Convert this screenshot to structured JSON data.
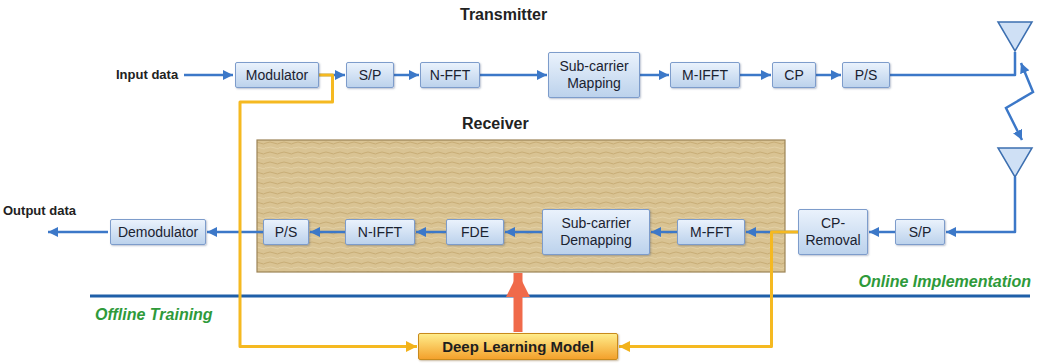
{
  "diagram": {
    "nodes": [
      {
        "text": [
          "Modulator"
        ]
      },
      {
        "text": [
          "S/P"
        ]
      },
      {
        "text": [
          "N-FFT"
        ]
      },
      {
        "text": [
          "Sub-carrier Mapping"
        ]
      },
      {
        "text": [
          "M-IFFT"
        ]
      },
      {
        "text": [
          "CP"
        ]
      },
      {
        "text": [
          "P/S"
        ]
      },
      {
        "text": [
          "S/P"
        ]
      },
      {
        "text": [
          "CP-Removal"
        ]
      },
      {
        "text": [
          "Receiver"
        ]
      },
      {
        "text": [
          "M-FFT"
        ],
        "in": 9
      },
      {
        "text": [
          "Sub-carrier Demapping"
        ],
        "in": 9
      },
      {
        "text": [
          "FDE"
        ],
        "in": 9
      },
      {
        "text": [
          "N-IFFT"
        ],
        "in": 9
      },
      {
        "text": [
          "P/S"
        ],
        "in": 9
      },
      {
        "text": [
          "Demodulator"
        ]
      },
      {
        "text": [
          "Deep Learning Model"
        ]
      }
    ],
    "edges": [
      {
        "from": 0,
        "to": 1,
        "arrow": "to"
      },
      {
        "from": 1,
        "to": 2,
        "arrow": "to"
      },
      {
        "from": 2,
        "to": 3,
        "arrow": "to"
      },
      {
        "from": 3,
        "to": 4,
        "arrow": "to"
      },
      {
        "from": 4,
        "to": 5,
        "arrow": "to"
      },
      {
        "from": 5,
        "to": 6,
        "arrow": "to"
      },
      {
        "from": 6,
        "to": 7,
        "arrow": "to"
      },
      {
        "from": 7,
        "to": 8,
        "arrow": "to"
      },
      {
        "from": 8,
        "to": 10,
        "arrow": "to"
      },
      {
        "from": 10,
        "to": 11,
        "arrow": "to"
      },
      {
        "from": 11,
        "to": 12,
        "arrow": "to"
      },
      {
        "from": 12,
        "to": 13,
        "arrow": "to"
      },
      {
        "from": 13,
        "to": 14,
        "arrow": "to"
      },
      {
        "from": 14,
        "to": 15,
        "arrow": "to"
      },
      {
        "from": 0,
        "to": 16,
        "arrow": "to"
      },
      {
        "from": 8,
        "to": 16,
        "arrow": "to"
      },
      {
        "from": 16,
        "to": 9,
        "arrow": "to"
      }
    ],
    "labels": [
      "Transmitter",
      "Input data",
      "Output data",
      "Online Implementation",
      "Offline Training"
    ]
  }
}
